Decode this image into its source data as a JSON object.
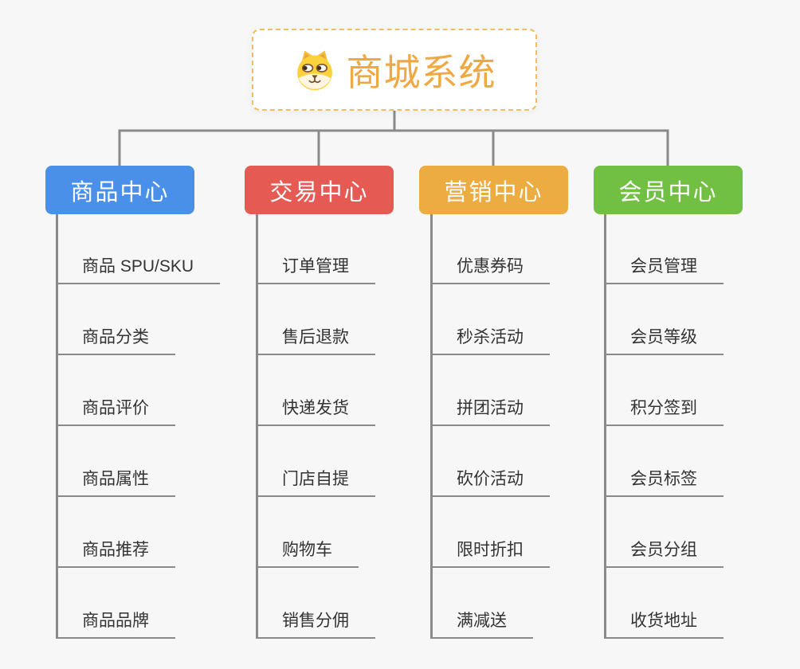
{
  "colors": {
    "background": "#f7f7f7",
    "line": "#8a8a8a",
    "root_border": "#F2BC62",
    "root_title": "#F0A843",
    "branch_product": "#4A90E8",
    "branch_trade": "#E65A54",
    "branch_marketing": "#ECAC41",
    "branch_member": "#71BF43"
  },
  "root": {
    "title": "商城系统",
    "icon": "dog-face-icon"
  },
  "branches": [
    {
      "label": "商品中心",
      "color": "#4A90E8",
      "items": [
        "商品 SPU/SKU",
        "商品分类",
        "商品评价",
        "商品属性",
        "商品推荐",
        "商品品牌"
      ]
    },
    {
      "label": "交易中心",
      "color": "#E65A54",
      "items": [
        "订单管理",
        "售后退款",
        "快递发货",
        "门店自提",
        "购物车",
        "销售分佣"
      ]
    },
    {
      "label": "营销中心",
      "color": "#ECAC41",
      "items": [
        "优惠券码",
        "秒杀活动",
        "拼团活动",
        "砍价活动",
        "限时折扣",
        "满减送"
      ]
    },
    {
      "label": "会员中心",
      "color": "#71BF43",
      "items": [
        "会员管理",
        "会员等级",
        "积分签到",
        "会员标签",
        "会员分组",
        "收货地址"
      ]
    }
  ]
}
